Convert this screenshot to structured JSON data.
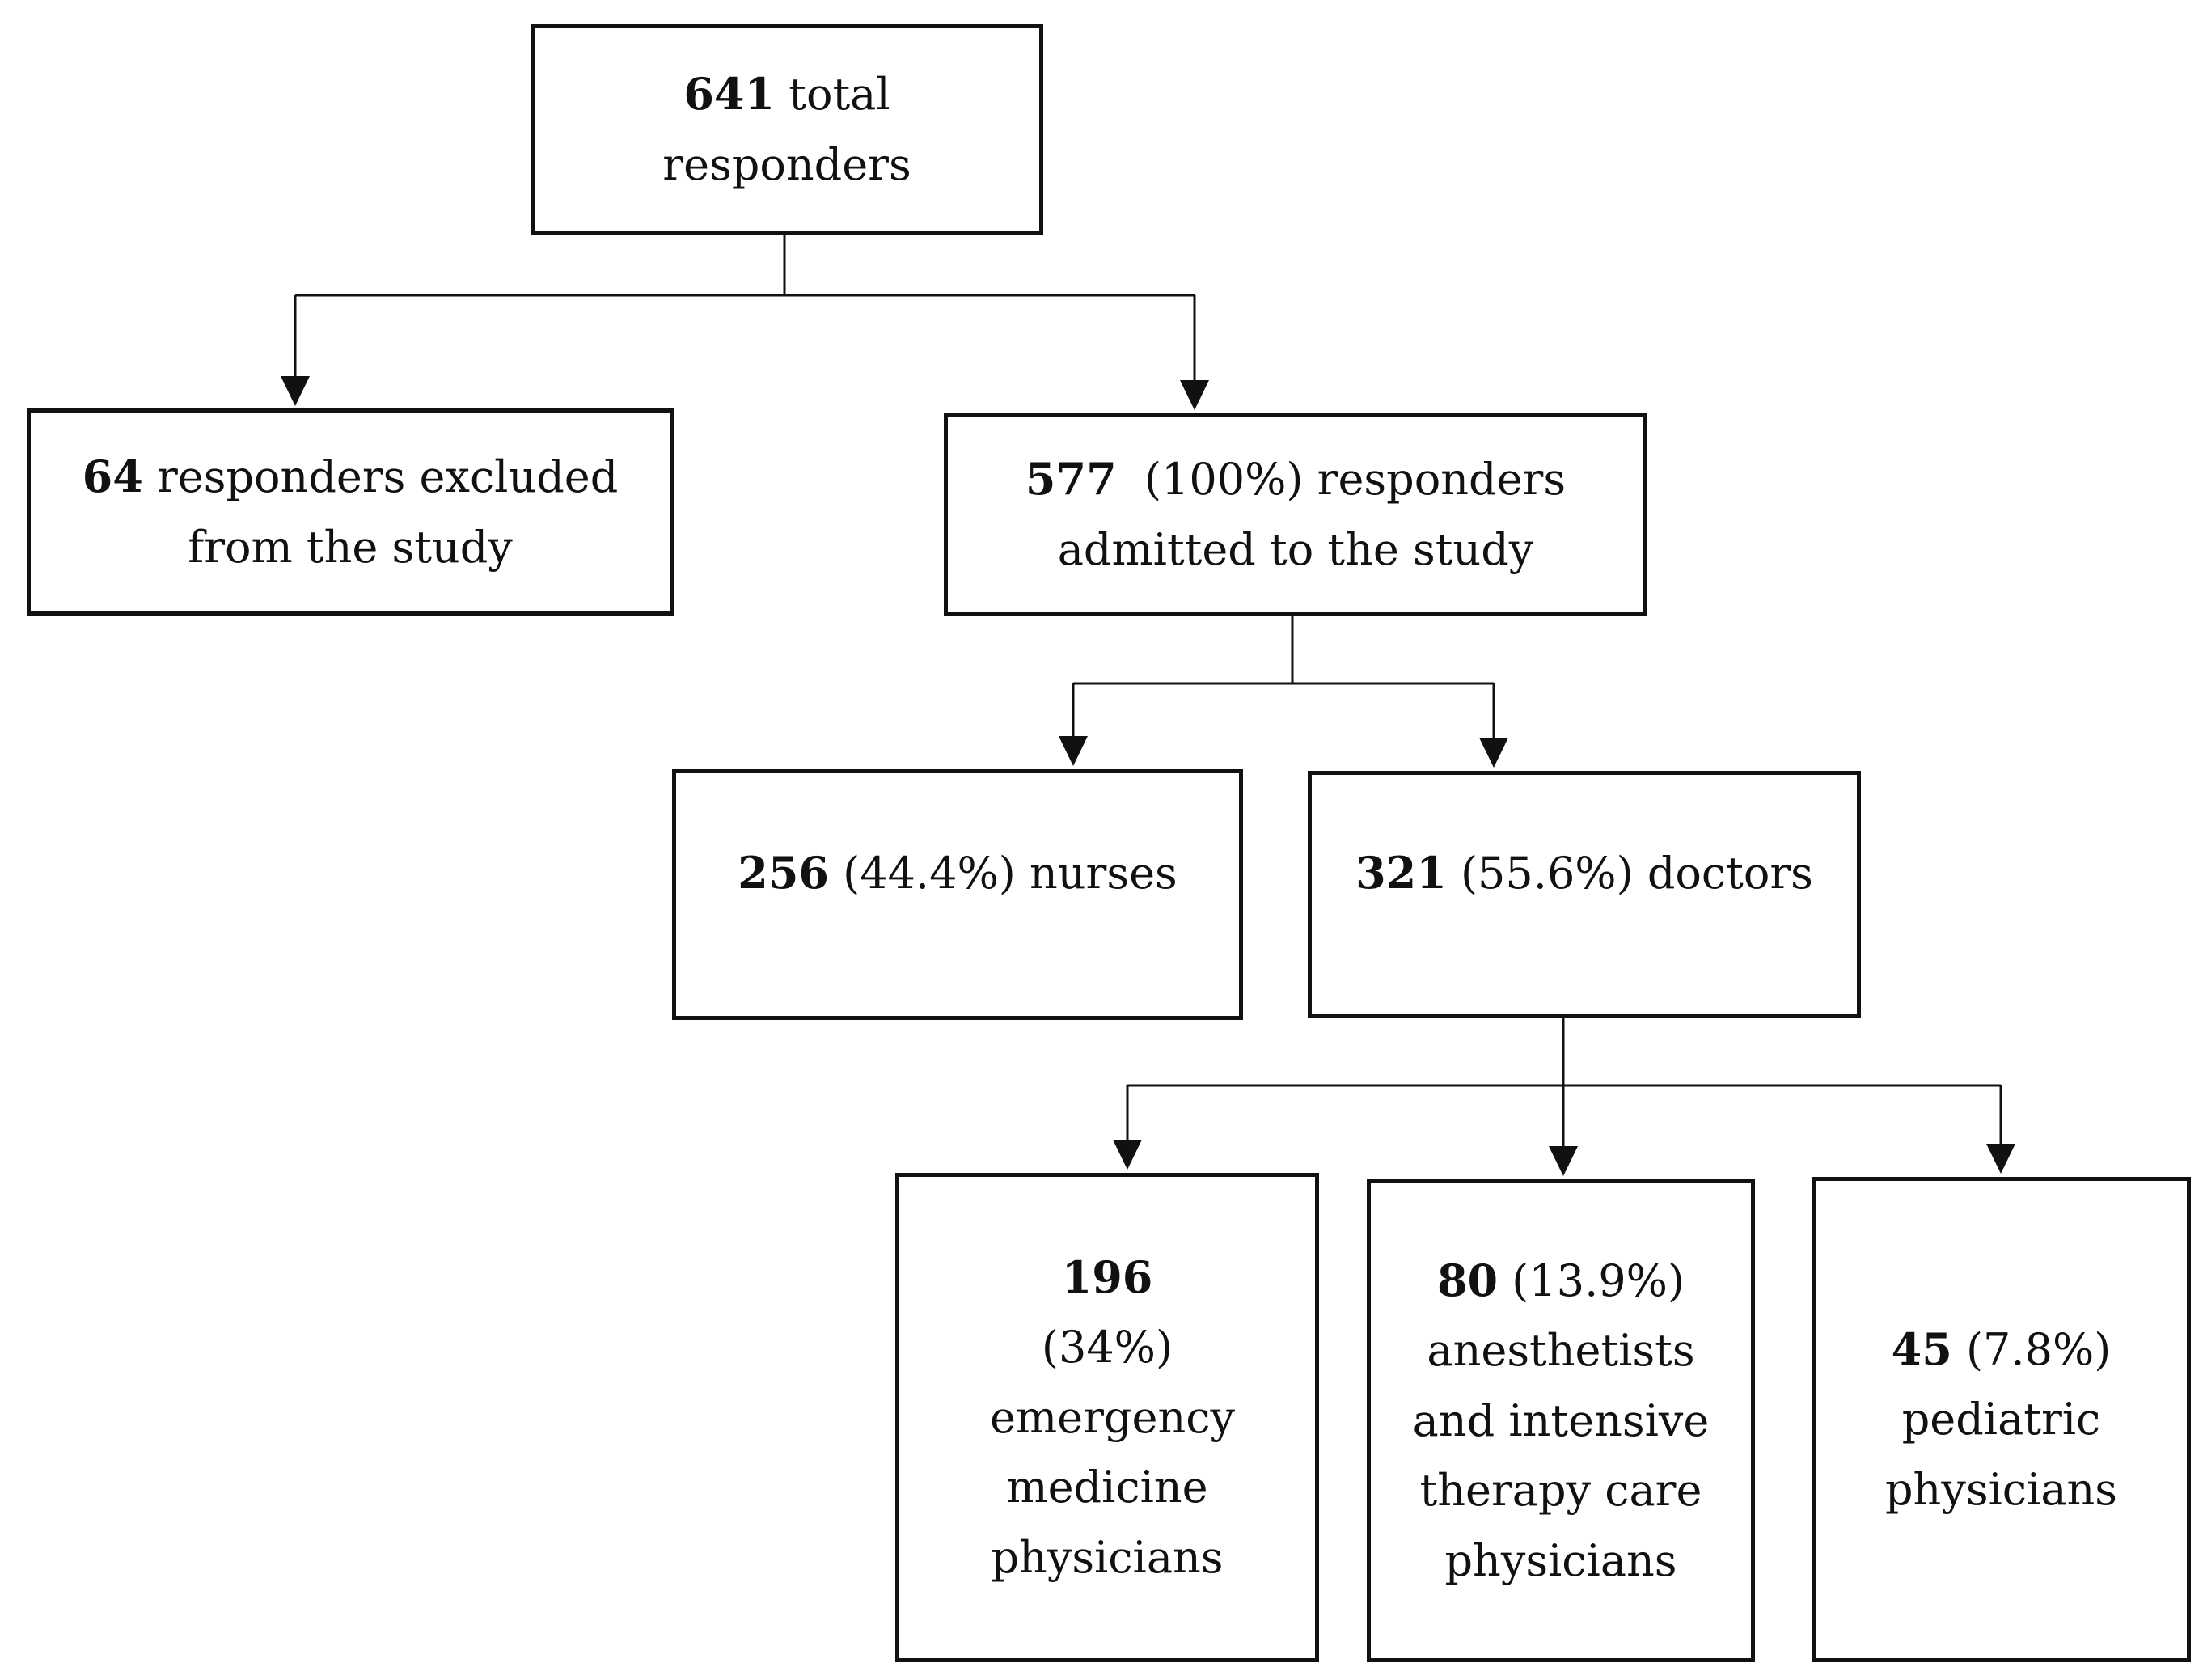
{
  "nodes": {
    "total": {
      "number": "641",
      "text": " total responders"
    },
    "excluded": {
      "number": "64",
      "text": " responders excluded from the study"
    },
    "admitted": {
      "number": "577",
      "text": "  (100%) responders admitted to the study"
    },
    "nurses": {
      "number": "256",
      "text": " (44.4%) nurses"
    },
    "doctors": {
      "number": "321",
      "text": " (55.6%) doctors"
    },
    "emergency": {
      "number": "196",
      "text": " (34%) emergency medicine physicians"
    },
    "anesthetists": {
      "number": "80",
      "text": " (13.9%) anesthetists and intensive therapy care physicians"
    },
    "pediatric": {
      "number": "45",
      "text": " (7.8%) pediatric physicians"
    }
  },
  "colors": {
    "line": "#111111",
    "background": "#ffffff"
  }
}
